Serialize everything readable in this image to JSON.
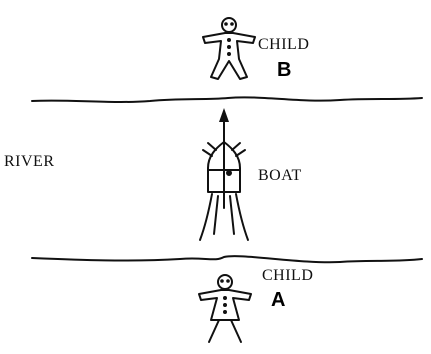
{
  "labels": {
    "child_top": "CHILD",
    "child_top_letter": "B",
    "river": "RIVER",
    "boat": "BOAT",
    "child_bottom": "CHILD",
    "child_bottom_letter": "A"
  },
  "icons": [
    "child-b-figure",
    "boat-icon",
    "direction-arrow-icon",
    "child-a-figure",
    "river-bank-line"
  ],
  "colors": {
    "ink": "#111111",
    "background": "#ffffff"
  }
}
